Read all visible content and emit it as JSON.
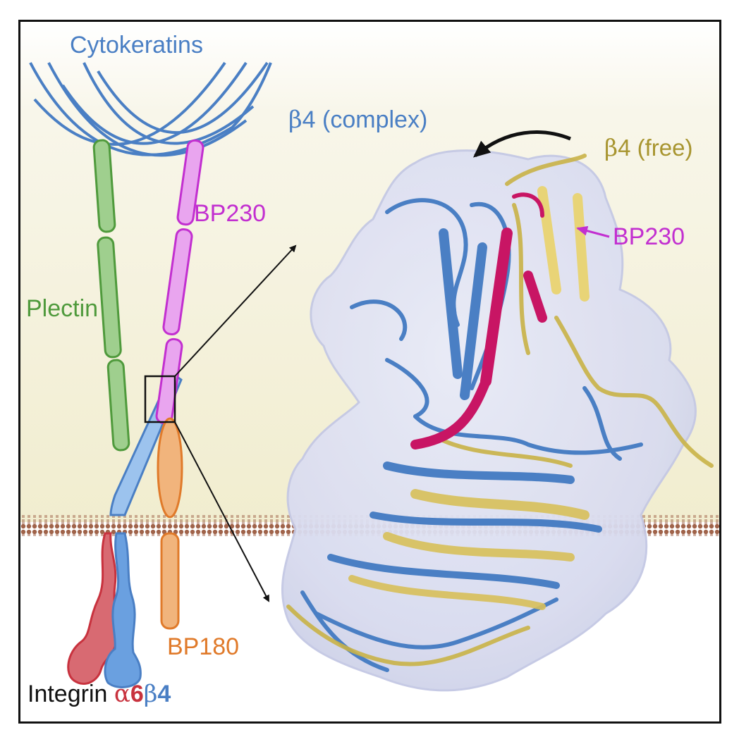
{
  "labels": {
    "cytokeratins": "Cytokeratins",
    "plectin": "Plectin",
    "bp230_left": "BP230",
    "bp230_right": "BP230",
    "bp180": "BP180",
    "integrin_prefix": "Integrin ",
    "integrin_alpha": "α",
    "integrin_alpha_num": "6",
    "integrin_beta": "β",
    "integrin_beta_num": "4",
    "beta4_complex_symbol": "β",
    "beta4_complex_text": "4 (complex)",
    "beta4_free_symbol": "β",
    "beta4_free_text": "4 (free)"
  },
  "colors": {
    "cytokeratin_blue": "#4a7fc4",
    "plectin_green": "#4f9a3c",
    "plectin_fill": "#9fcf8e",
    "bp230_magenta": "#c22fd0",
    "bp230_fill": "#e9a5ef",
    "bp180_orange": "#e07a2a",
    "bp180_fill": "#f1b47c",
    "integrin_red": "#c8323e",
    "integrin_blue": "#4a7fc4",
    "beta4_free_gold": "#a89530",
    "bp230_peptide": "#c81564",
    "membrane_brown": "#a0634a",
    "surface_lavender": "#d9dcf0"
  },
  "icons": {
    "arrow_curved": "curved-arrow-icon",
    "zoom_lines": "zoom-arrow-icon"
  }
}
